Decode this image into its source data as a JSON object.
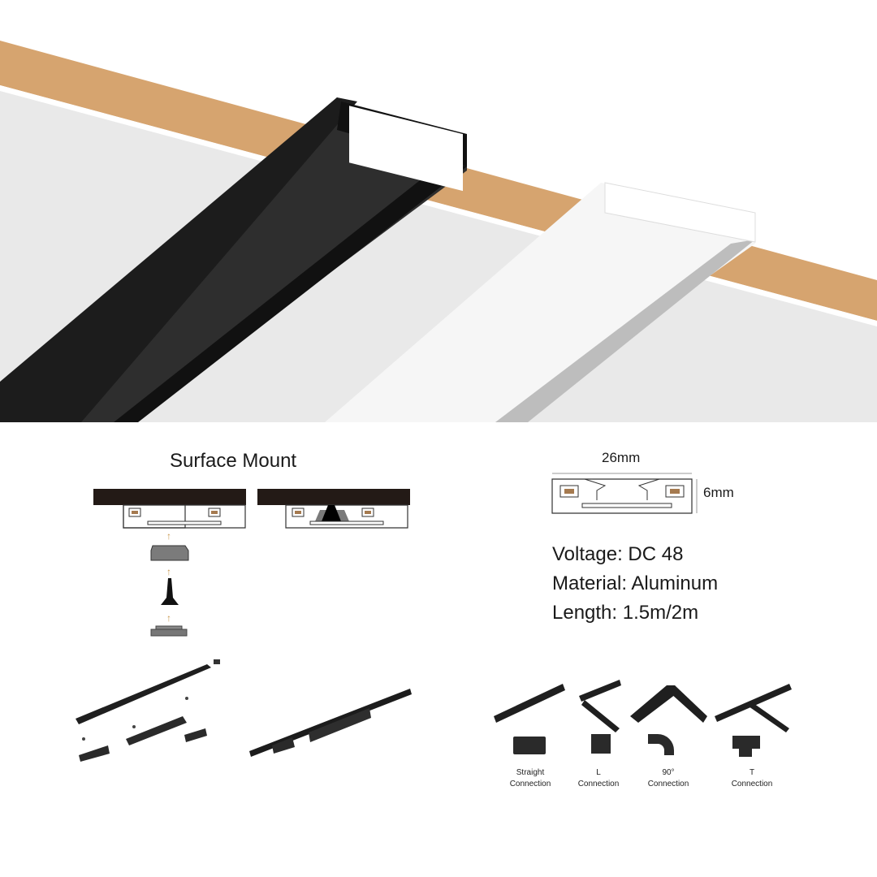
{
  "hero": {
    "description": "Ceiling track rails: black and white magnetic track profiles recessed in ceiling",
    "colors": {
      "wood": "#d4a574",
      "ceiling": "#ececec",
      "black_rail": "#2b2b2b",
      "white_rail": "#f2f2f2"
    }
  },
  "surface_mount": {
    "title": "Surface Mount",
    "arrow_color": "#c8954a"
  },
  "profile": {
    "width_label": "26mm",
    "height_label": "6mm"
  },
  "specs": {
    "voltage": "Voltage: DC 48",
    "material": "Material: Aluminum",
    "length": "Length: 1.5m/2m"
  },
  "connections": [
    {
      "line1": "Straight",
      "line2": "Connection"
    },
    {
      "line1": "L",
      "line2": "Connection"
    },
    {
      "line1": "90°",
      "line2": "Connection"
    },
    {
      "line1": "T",
      "line2": "Connection"
    }
  ]
}
